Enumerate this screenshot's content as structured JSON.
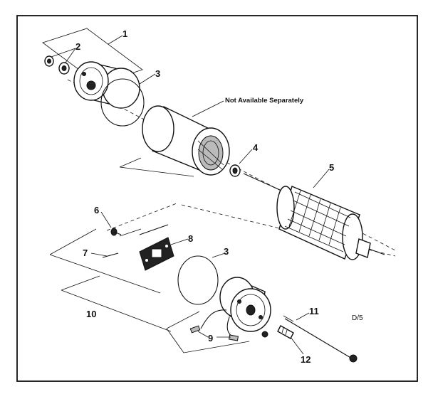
{
  "diagram": {
    "callouts": {
      "c1": "1",
      "c2": "2",
      "c3a": "3",
      "c3b": "3",
      "c4": "4",
      "c5": "5",
      "c6": "6",
      "c7": "7",
      "c8": "8",
      "c9": "9",
      "c10": "10",
      "c11": "11",
      "c12": "12"
    },
    "note": "Not Available Separately",
    "code": "D/5"
  }
}
